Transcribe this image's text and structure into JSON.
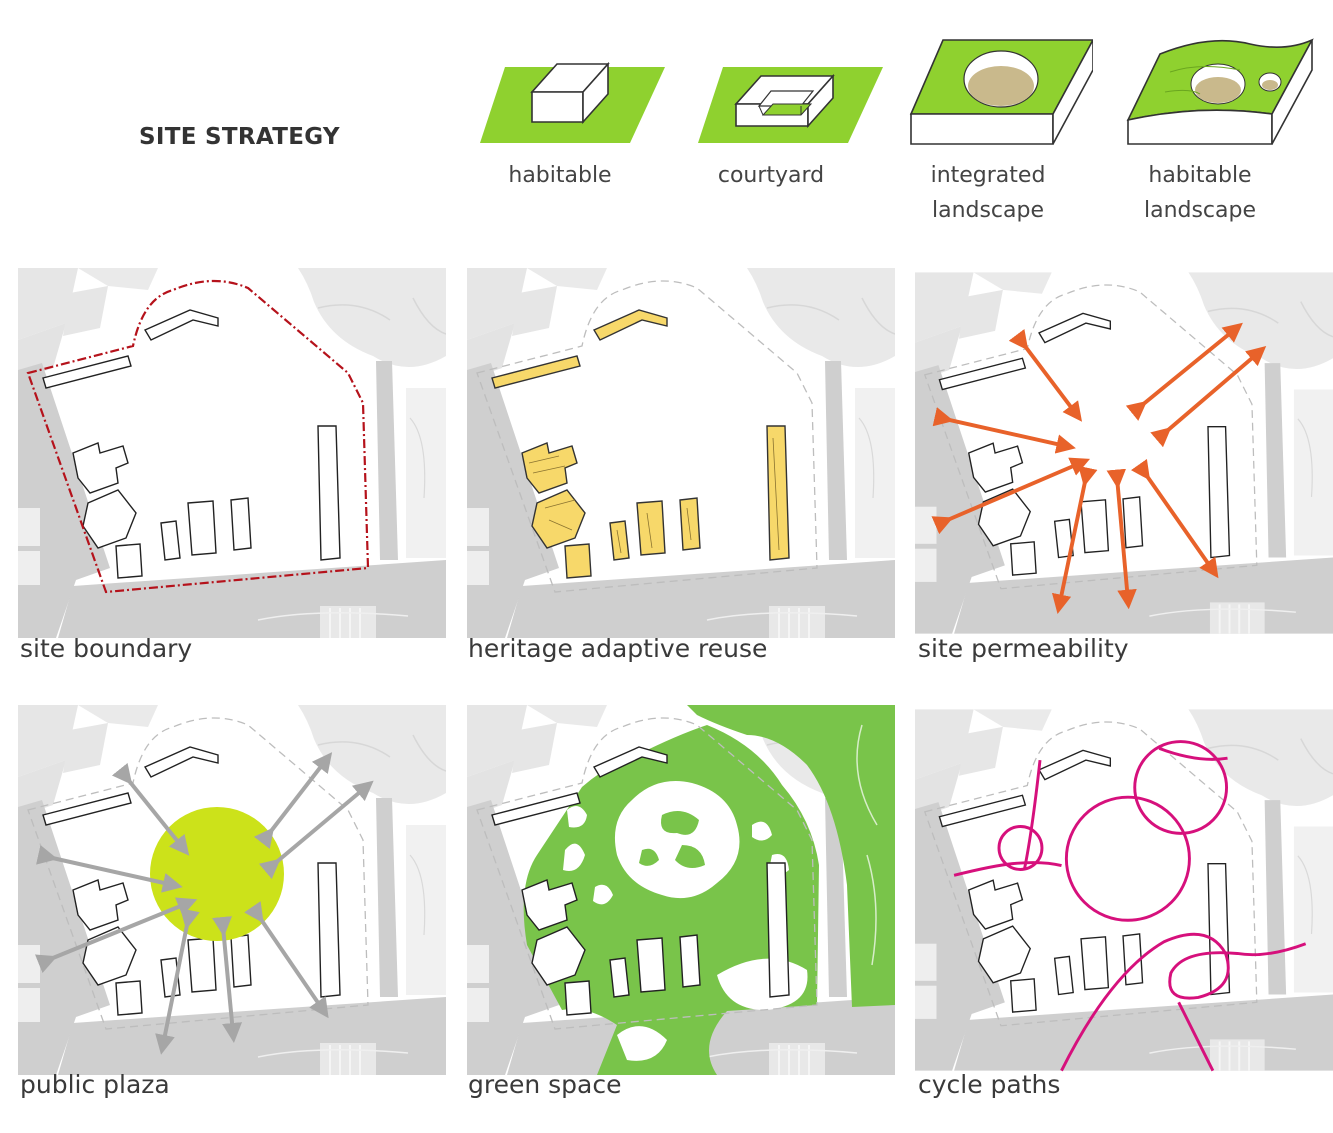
{
  "heading": "SITE STRATEGY",
  "strategies": [
    {
      "label": "habitable"
    },
    {
      "label": "courtyard"
    },
    {
      "label_line1": "integrated",
      "label_line2": "landscape"
    },
    {
      "label_line1": "habitable",
      "label_line2": "landscape"
    }
  ],
  "panels": [
    {
      "caption": "site boundary"
    },
    {
      "caption": "heritage adaptive reuse"
    },
    {
      "caption": "site permeability"
    },
    {
      "caption": "public plaza"
    },
    {
      "caption": "green space"
    },
    {
      "caption": "cycle paths"
    }
  ],
  "colors": {
    "landscape_green": "#8fd12f",
    "boundary_red": "#b5121b",
    "heritage_yellow": "#f7d86a",
    "permeability_orange": "#e8622a",
    "plaza_lime": "#cce21a",
    "green_space": "#79c44a",
    "cycle_magenta": "#d6107c",
    "street_grey": "#cfcfcf"
  }
}
